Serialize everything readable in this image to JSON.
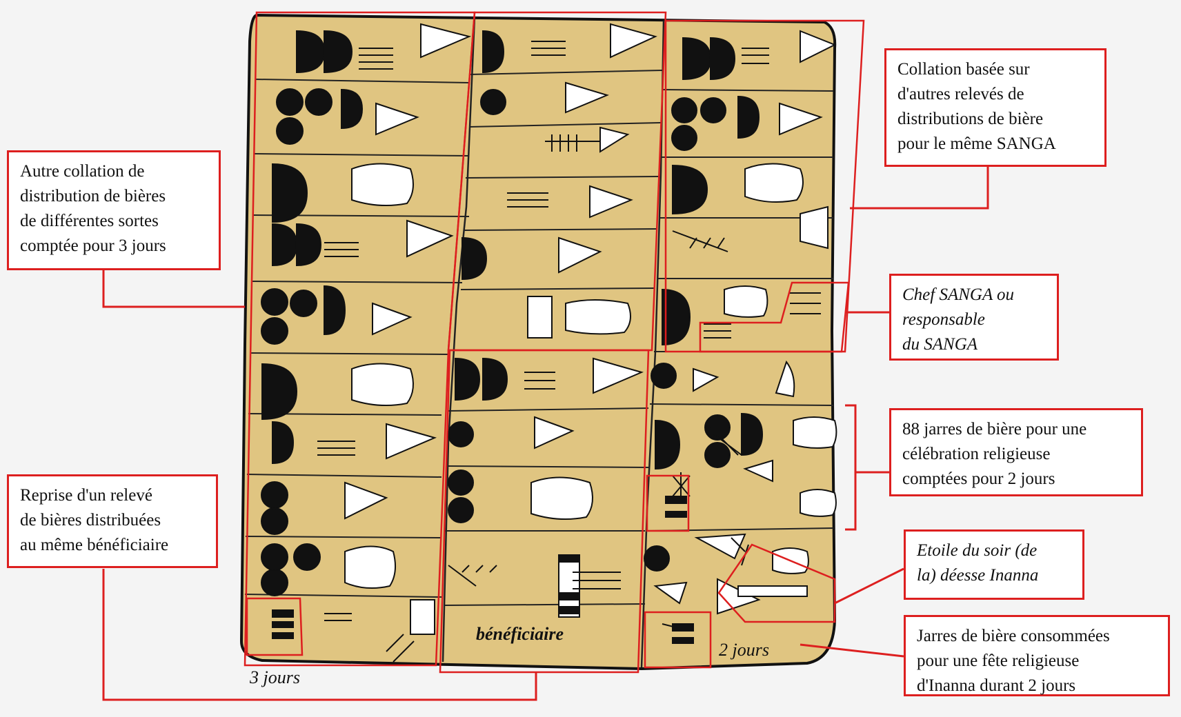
{
  "colors": {
    "tablet": "#e0c581",
    "frame": "#dd1f1f",
    "ink": "#111111"
  },
  "labels": {
    "trois_jours": "3 jours",
    "deux_jours": "2 jours",
    "beneficiaire": "bénéficiaire"
  },
  "notes": {
    "autre_collation": "Autre collation de\ndistribution de bières\nde différentes sortes\ncomptée pour 3 jours",
    "collation_basee": "Collation basée sur\nd'autres relevés de\ndistributions de bière\npour le même SANGA",
    "chef_sanga": "Chef SANGA ou\nresponsable\ndu SANGA",
    "jarres_88": "88 jarres de bière pour une\ncélébration religieuse\ncomptées pour 2 jours",
    "reprise": "Reprise d'un relevé\nde bières distribuées\nau même bénéficiaire",
    "etoile": "Etoile du soir (de\nla) déesse Inanna",
    "jarres_consommees": "Jarres de bière consommées\npour une fête religieuse\nd'Inanna durant 2 jours"
  }
}
